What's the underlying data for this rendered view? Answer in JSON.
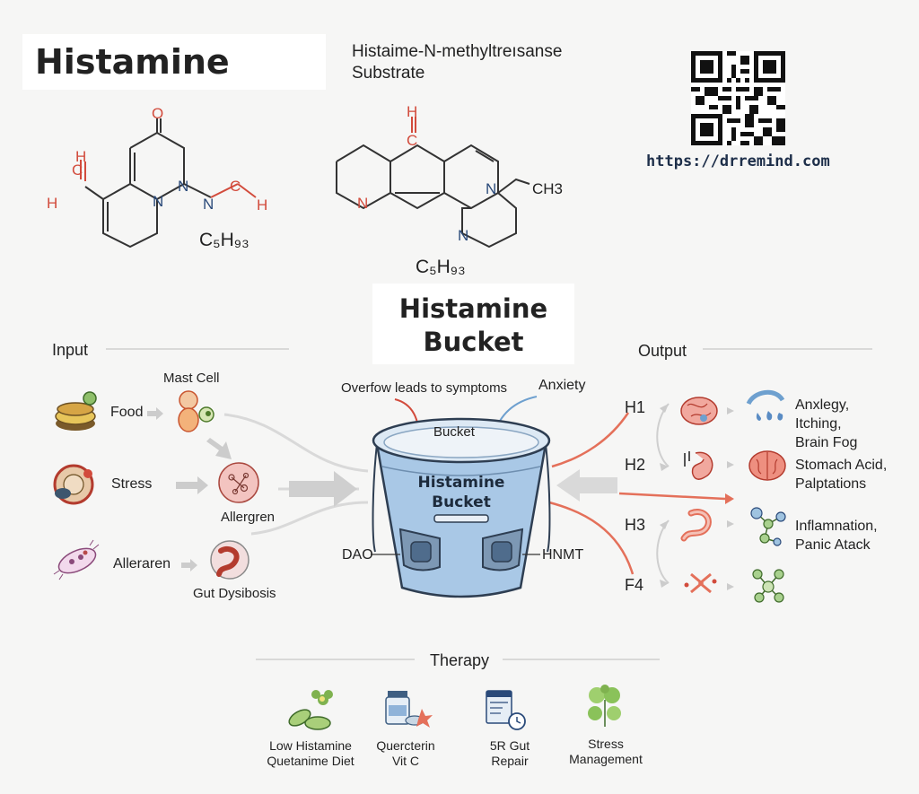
{
  "main_title": "Histamine",
  "substrate": {
    "line1": "Histaime-N-methyltreısanse",
    "line2": "Substrate"
  },
  "formula_left": "C₅H₉₃",
  "formula_right": "C₅H₉₃",
  "molecule_left_atoms": {
    "o": "O",
    "h1": "H",
    "h2": "H",
    "h3": "H",
    "n1": "N",
    "n2": "N",
    "n3": "N",
    "c1": "C",
    "c2": "C"
  },
  "molecule_right_atoms": {
    "h": "H",
    "c": "C",
    "n1": "N",
    "n2": "N",
    "n3": "N",
    "ch3": "CH3"
  },
  "website_url": "https://drremind.com",
  "bucket_title": {
    "line1": "Histamine",
    "line2": "Bucket"
  },
  "input": {
    "header": "Input",
    "items": [
      {
        "label": "Food"
      },
      {
        "label": "Stress"
      },
      {
        "label": "Alleraren"
      }
    ],
    "mast_cell": "Mast Cell",
    "allergren": "Allergren",
    "gut": "Gut Dysibosis"
  },
  "bucket": {
    "overflow_note": "Overfow leads to symptoms",
    "anxiety": "Anxiety",
    "rim_label": "Bucket",
    "label_line1": "Histamine",
    "label_line2": "Bucket",
    "dao": "DAO",
    "hnmt": "HNMT"
  },
  "output": {
    "header": "Output",
    "receptors": [
      "H1",
      "H2",
      "H3",
      "F4"
    ],
    "symptoms": [
      {
        "line1": "Anxlegy,",
        "line2": "Itching,",
        "line3": "Brain Fog"
      },
      {
        "line1": "Stomach Acid,",
        "line2": "Palptations"
      },
      {
        "line1": "Inflamnation,",
        "line2": "Panic Atack"
      }
    ]
  },
  "therapy": {
    "header": "Therapy",
    "items": [
      {
        "line1": "Low Histamine",
        "line2": "Quetanime Diet",
        "icon": "leaf-icon"
      },
      {
        "line1": "Quercterin",
        "line2": "Vit C",
        "icon": "supplement-bottle-icon"
      },
      {
        "line1": "5R Gut",
        "line2": "Repair",
        "icon": "clipboard-clock-icon"
      },
      {
        "line1": "Stress",
        "line2": "Management",
        "icon": "plant-icon"
      }
    ]
  },
  "colors": {
    "red": "#d24b3c",
    "blue": "#2a4a7a",
    "bucket": "#a9c8e6",
    "arrow_gray": "#cfcfcf",
    "pink_arrow": "#e4705a"
  }
}
